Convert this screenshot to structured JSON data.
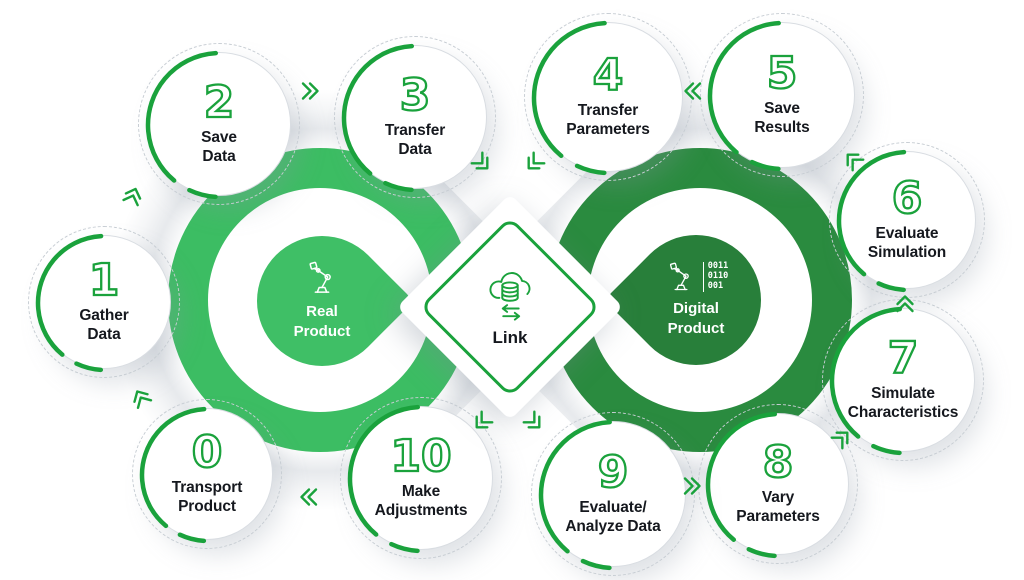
{
  "diagram": {
    "link": {
      "label": "Link"
    },
    "real_product": {
      "line1": "Real",
      "line2": "Product"
    },
    "digital_product": {
      "line1": "Digital",
      "line2": "Product",
      "binary": [
        "0011",
        "0110",
        "001"
      ]
    },
    "steps": [
      {
        "number": "0",
        "line1": "Transport",
        "line2": "Product"
      },
      {
        "number": "1",
        "line1": "Gather",
        "line2": "Data"
      },
      {
        "number": "2",
        "line1": "Save",
        "line2": "Data"
      },
      {
        "number": "3",
        "line1": "Transfer",
        "line2": "Data"
      },
      {
        "number": "4",
        "line1": "Transfer",
        "line2": "Parameters"
      },
      {
        "number": "5",
        "line1": "Save",
        "line2": "Results"
      },
      {
        "number": "6",
        "line1": "Evaluate",
        "line2": "Simulation"
      },
      {
        "number": "7",
        "line1": "Simulate",
        "line2": "Characteristics"
      },
      {
        "number": "8",
        "line1": "Vary",
        "line2": "Parameters"
      },
      {
        "number": "9",
        "line1": "Evaluate/",
        "line2": "Analyze Data"
      },
      {
        "number": "10",
        "line1": "Make",
        "line2": "Adjustments"
      }
    ],
    "colors": {
      "accent_green": "#1aa23c",
      "left_ring_green": "#3cbd63",
      "right_ring_green": "#2a8b3f",
      "real_blob_green": "#3fbf66",
      "digital_blob_green": "#287f3a",
      "label_text": "#15181e"
    }
  }
}
